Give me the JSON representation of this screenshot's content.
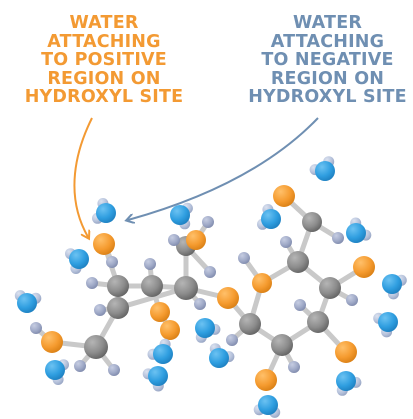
{
  "labels": {
    "left": {
      "lines": [
        "WATER",
        "ATTACHING",
        "TO POSITIVE",
        "REGION ON",
        "HYDROXYL SITE"
      ]
    },
    "right": {
      "lines": [
        "WATER",
        "ATTACHING",
        "TO NEGATIVE",
        "REGION ON",
        "HYDROXYL SITE"
      ]
    }
  },
  "colors": {
    "left_label": "#f39a33",
    "right_label": "#6f8fb2",
    "oxygen": "#f59b2f",
    "carbon": "#8c8c8c",
    "hydrogen": "#9fa9c7",
    "water_oxygen": "#2f9ee0",
    "water_hydrogen": "#b6c2db",
    "bond": "#c9c9c9"
  },
  "icons": [
    "water-molecule-icon",
    "carbon-atom-icon",
    "oxygen-atom-icon",
    "hydrogen-atom-icon"
  ]
}
